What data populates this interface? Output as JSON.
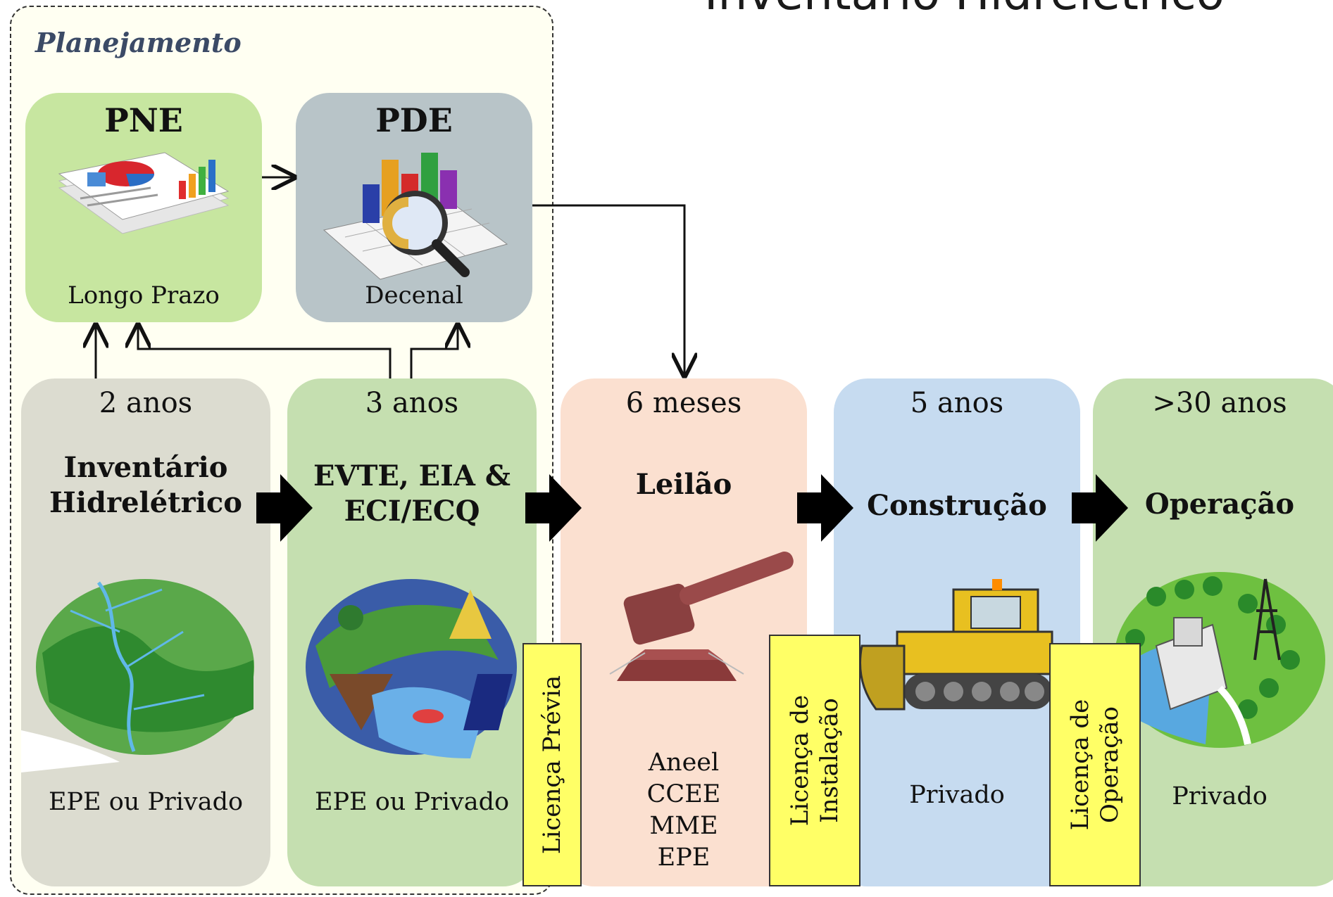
{
  "title": "Inventário Hidrelétrico",
  "planning": {
    "label": "Planejamento",
    "pne": {
      "title": "PNE",
      "subtitle": "Longo Prazo"
    },
    "pde": {
      "title": "PDE",
      "subtitle": "Decenal"
    }
  },
  "stages": [
    {
      "duration": "2 anos",
      "name_lines": [
        "Inventário",
        "Hidrelétrico"
      ],
      "owner_lines": [
        "EPE ou Privado"
      ],
      "color": "#dcdcd0"
    },
    {
      "duration": "3 anos",
      "name_lines": [
        "EVTE, EIA &",
        "ECI/ECQ"
      ],
      "owner_lines": [
        "EPE ou Privado"
      ],
      "color": "#c5dfb0"
    },
    {
      "duration": "6 meses",
      "name_lines": [
        "Leilão"
      ],
      "owner_lines": [
        "Aneel",
        "CCEE",
        "MME",
        "EPE"
      ],
      "color": "#fbe0d0"
    },
    {
      "duration": "5 anos",
      "name_lines": [
        "Construção"
      ],
      "owner_lines": [
        "Privado"
      ],
      "color": "#c6dbf0"
    },
    {
      "duration": ">30 anos",
      "name_lines": [
        "Operação"
      ],
      "owner_lines": [
        "Privado"
      ],
      "color": "#c5dfb0"
    }
  ],
  "licenses": [
    {
      "lines": [
        "Licença Prévia"
      ]
    },
    {
      "lines": [
        "Licença de",
        "Instalação"
      ]
    },
    {
      "lines": [
        "Licença de",
        "Operação"
      ]
    }
  ],
  "colors": {
    "license_fill": "#ffff66",
    "plan_panel": "#fffff2",
    "pne_box": "#c7e6a0",
    "pde_box": "#b8c4c8"
  }
}
